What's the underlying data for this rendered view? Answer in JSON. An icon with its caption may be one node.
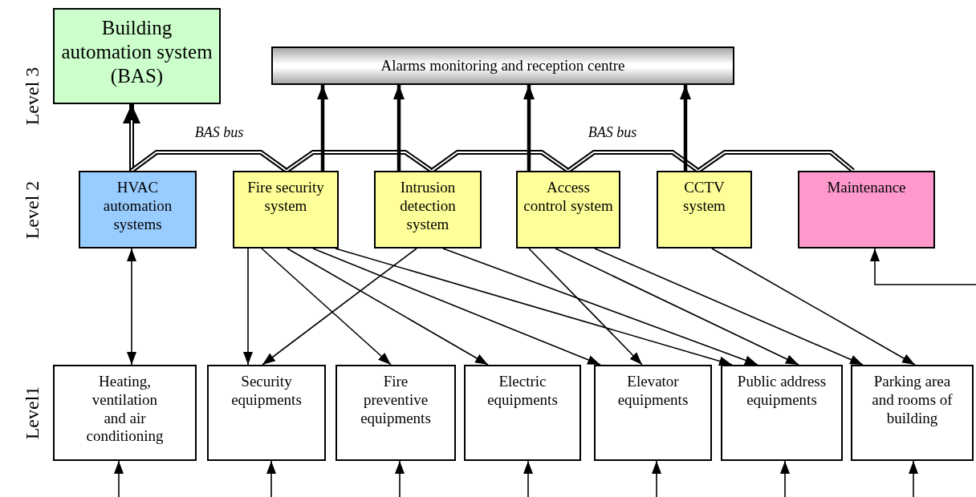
{
  "diagram": {
    "nodes": [
      {
        "text": [
          "Building automation system (BAS)"
        ]
      },
      {
        "text": [
          "Alarms monitoring and reception centre"
        ]
      },
      {
        "text": [
          "HVAC automation systems"
        ]
      },
      {
        "text": [
          "Fire security system"
        ]
      },
      {
        "text": [
          "Intrusion detection system"
        ]
      },
      {
        "text": [
          "Access control system"
        ]
      },
      {
        "text": [
          "CCTV system"
        ]
      },
      {
        "text": [
          "Maintenance"
        ]
      },
      {
        "text": [
          "Heating, ventilation and air conditioning"
        ]
      },
      {
        "text": [
          "Security equipments"
        ]
      },
      {
        "text": [
          "Fire preventive equipments"
        ]
      },
      {
        "text": [
          "Electric equipments"
        ]
      },
      {
        "text": [
          "Elevator equipments"
        ]
      },
      {
        "text": [
          "Public address equipments"
        ]
      },
      {
        "text": [
          "Parking area and rooms of building"
        ]
      }
    ],
    "edges": [
      {
        "from": 2,
        "to": 0,
        "arrow": "to",
        "style": "thick"
      },
      {
        "from": 2,
        "to": 3,
        "arrow": "none",
        "style": "thick",
        "label": "BAS bus"
      },
      {
        "from": 3,
        "to": 4,
        "arrow": "none",
        "style": "thick"
      },
      {
        "from": 4,
        "to": 5,
        "arrow": "none",
        "style": "thick"
      },
      {
        "from": 5,
        "to": 6,
        "arrow": "none",
        "style": "thick",
        "label": "BAS bus"
      },
      {
        "from": 6,
        "to": 7,
        "arrow": "none",
        "style": "thick"
      },
      {
        "from": 3,
        "to": 1,
        "arrow": "to",
        "style": "thick"
      },
      {
        "from": 4,
        "to": 1,
        "arrow": "to",
        "style": "thick"
      },
      {
        "from": 5,
        "to": 1,
        "arrow": "to",
        "style": "thick"
      },
      {
        "from": 6,
        "to": 1,
        "arrow": "to",
        "style": "thick"
      },
      {
        "from": 2,
        "to": 8,
        "arrow": "both"
      },
      {
        "from": 3,
        "to": 9,
        "arrow": "to"
      },
      {
        "from": 3,
        "to": 10,
        "arrow": "to"
      },
      {
        "from": 3,
        "to": 11,
        "arrow": "to"
      },
      {
        "from": 3,
        "to": 12,
        "arrow": "to"
      },
      {
        "from": 3,
        "to": 13,
        "arrow": "to"
      },
      {
        "from": 4,
        "to": 9,
        "arrow": "to"
      },
      {
        "from": 4,
        "to": 13,
        "arrow": "to"
      },
      {
        "from": 5,
        "to": 12,
        "arrow": "to"
      },
      {
        "from": 5,
        "to": 13,
        "arrow": "to"
      },
      {
        "from": 5,
        "to": 14,
        "arrow": "to"
      },
      {
        "from": 6,
        "to": 14,
        "arrow": "to"
      },
      {
        "from": null,
        "to": 7,
        "arrow": "to"
      },
      {
        "from": null,
        "to": 8,
        "arrow": "to"
      },
      {
        "from": null,
        "to": 9,
        "arrow": "to"
      },
      {
        "from": null,
        "to": 10,
        "arrow": "to"
      },
      {
        "from": null,
        "to": 11,
        "arrow": "to"
      },
      {
        "from": null,
        "to": 12,
        "arrow": "to"
      },
      {
        "from": null,
        "to": 13,
        "arrow": "to"
      },
      {
        "from": null,
        "to": 14,
        "arrow": "to"
      }
    ],
    "labels": [
      "Level 3",
      "Level 2",
      "Level1"
    ]
  }
}
